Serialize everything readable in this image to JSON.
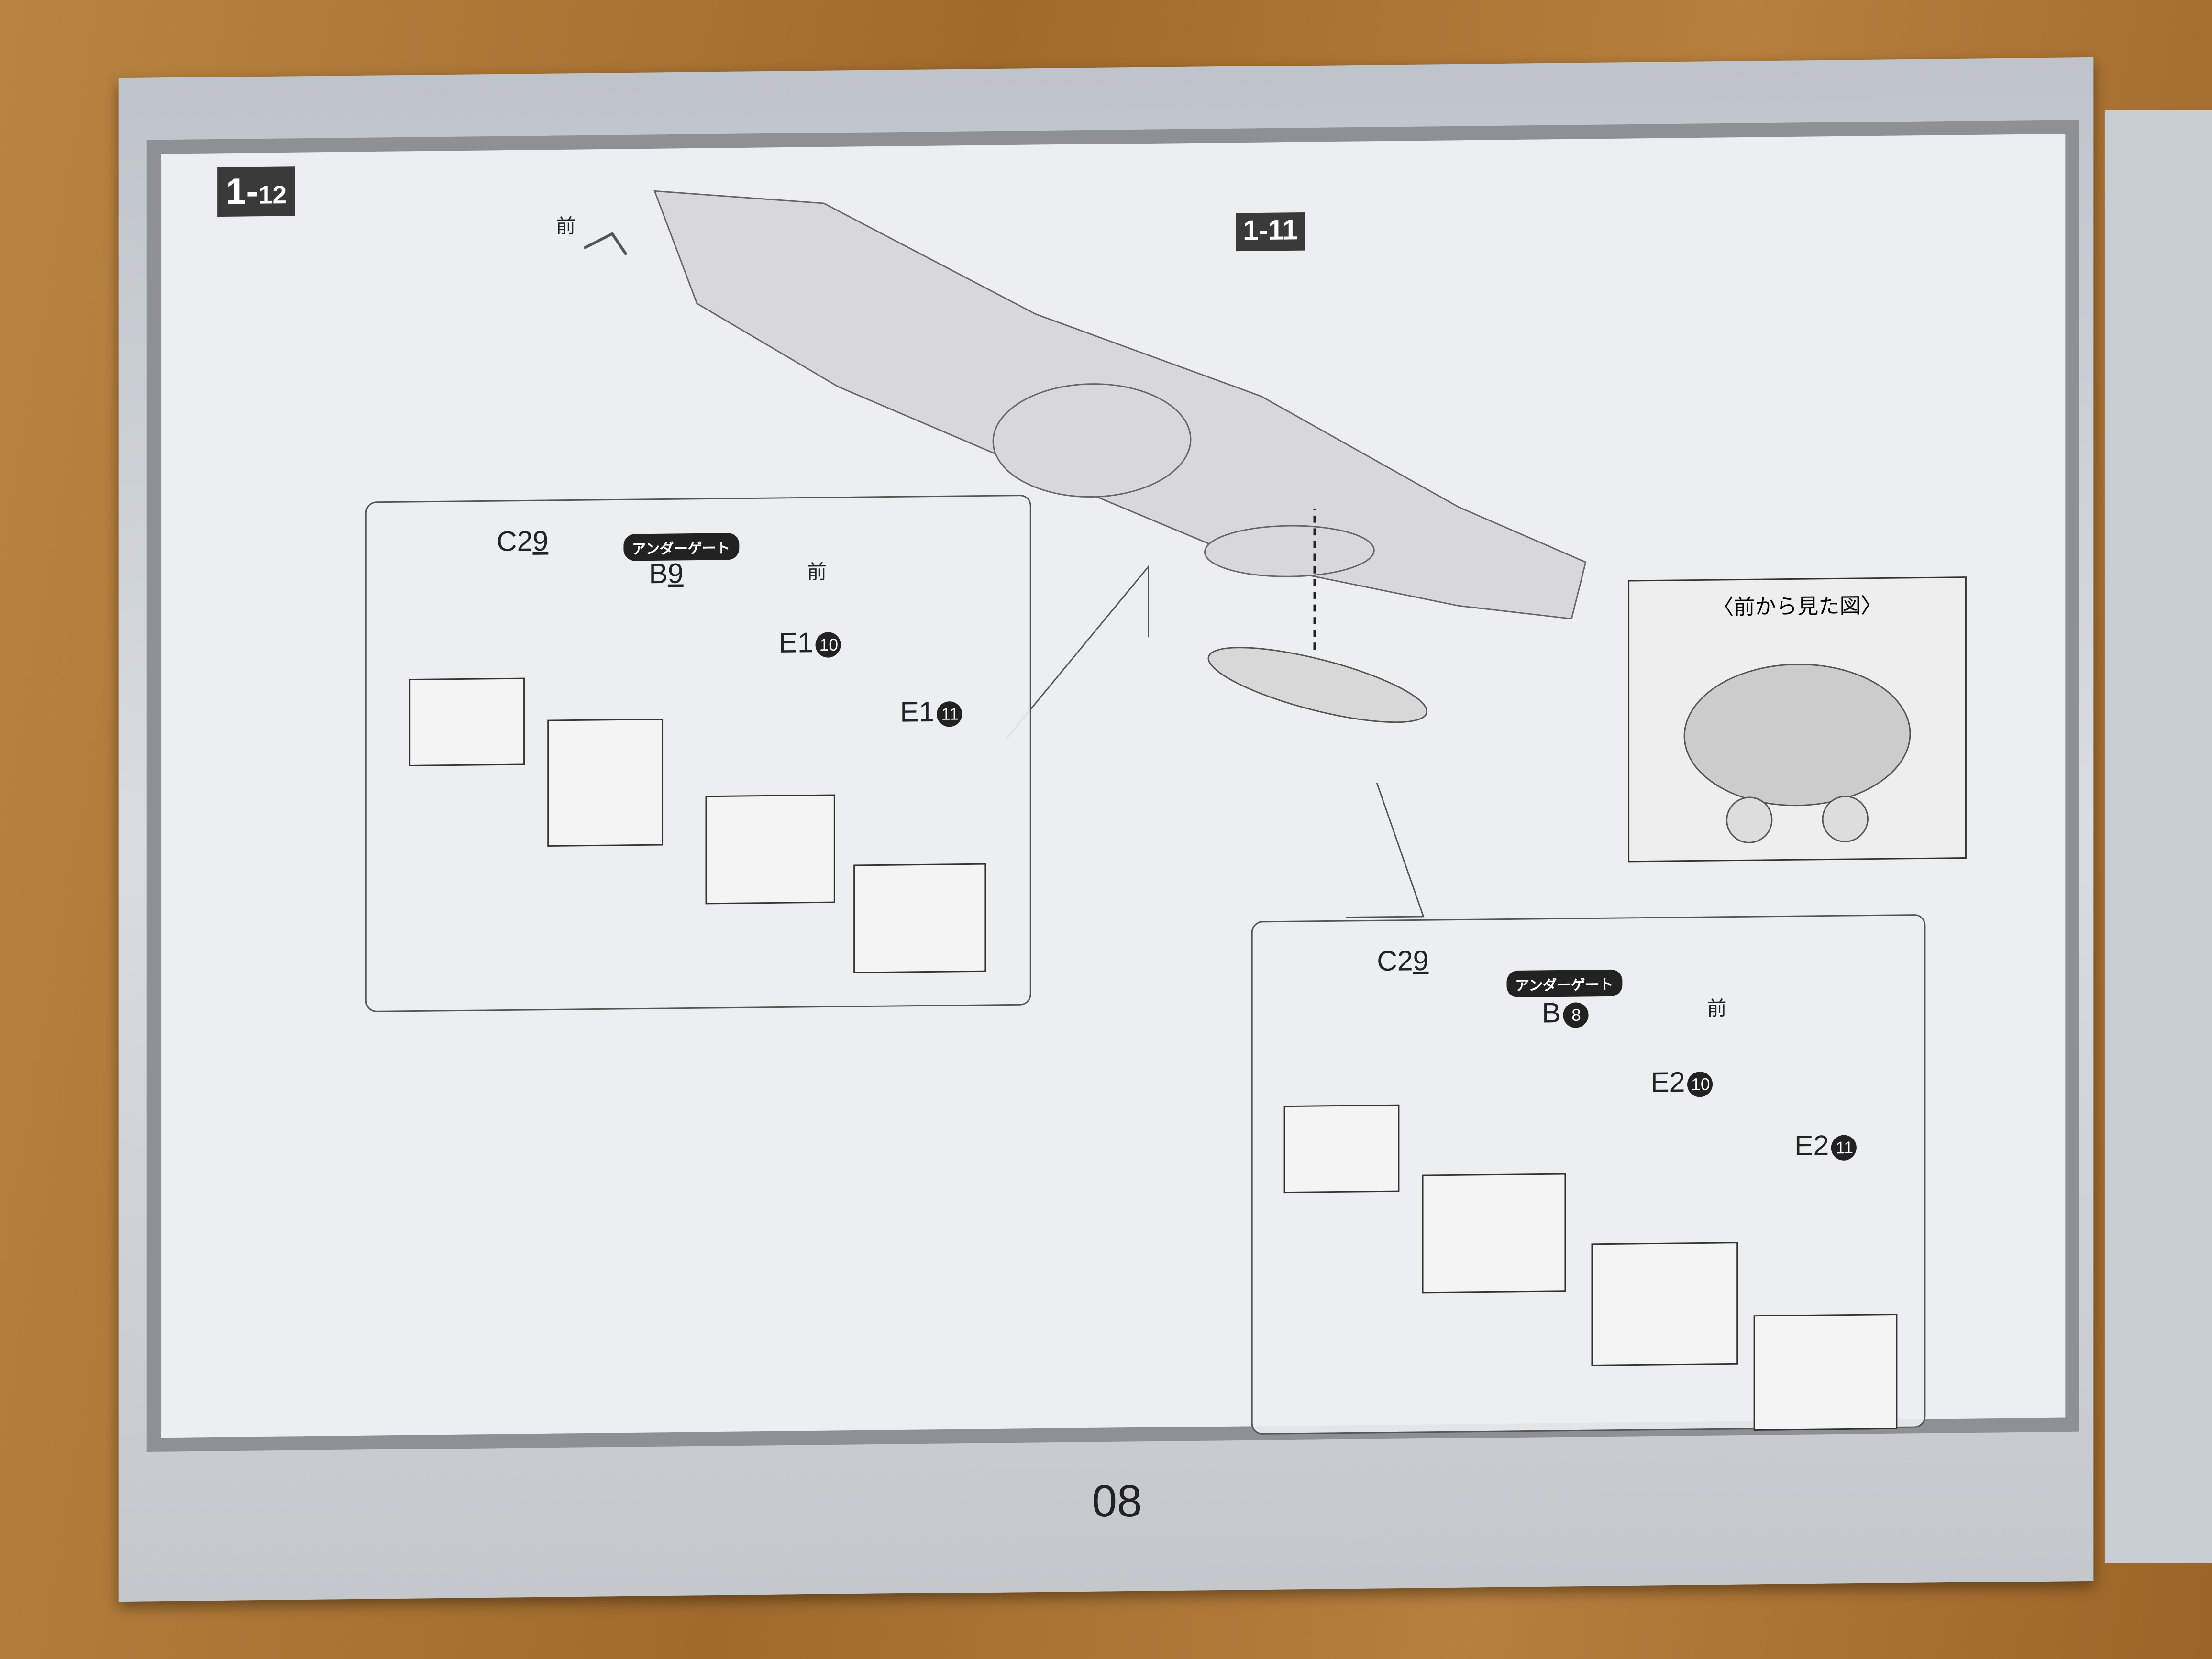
{
  "page": {
    "number": "08",
    "step": "1-",
    "step_sub": "12",
    "ref_step": "1-11",
    "front_label": "前"
  },
  "front_view": {
    "title": "〈前から見た図〉"
  },
  "left_panel": {
    "c2": "C2",
    "c2_n": "9",
    "gate": "アンダーゲート",
    "b": "B",
    "b_n": "9",
    "front": "前",
    "e1a": "E1",
    "e1a_n": "10",
    "e1b": "E1",
    "e1b_n": "11"
  },
  "right_panel": {
    "c2": "C2",
    "c2_n": "9",
    "gate": "アンダーゲート",
    "b": "B",
    "b_n": "8",
    "front": "前",
    "e2a": "E2",
    "e2a_n": "10",
    "e2b": "E2",
    "e2b_n": "11"
  }
}
